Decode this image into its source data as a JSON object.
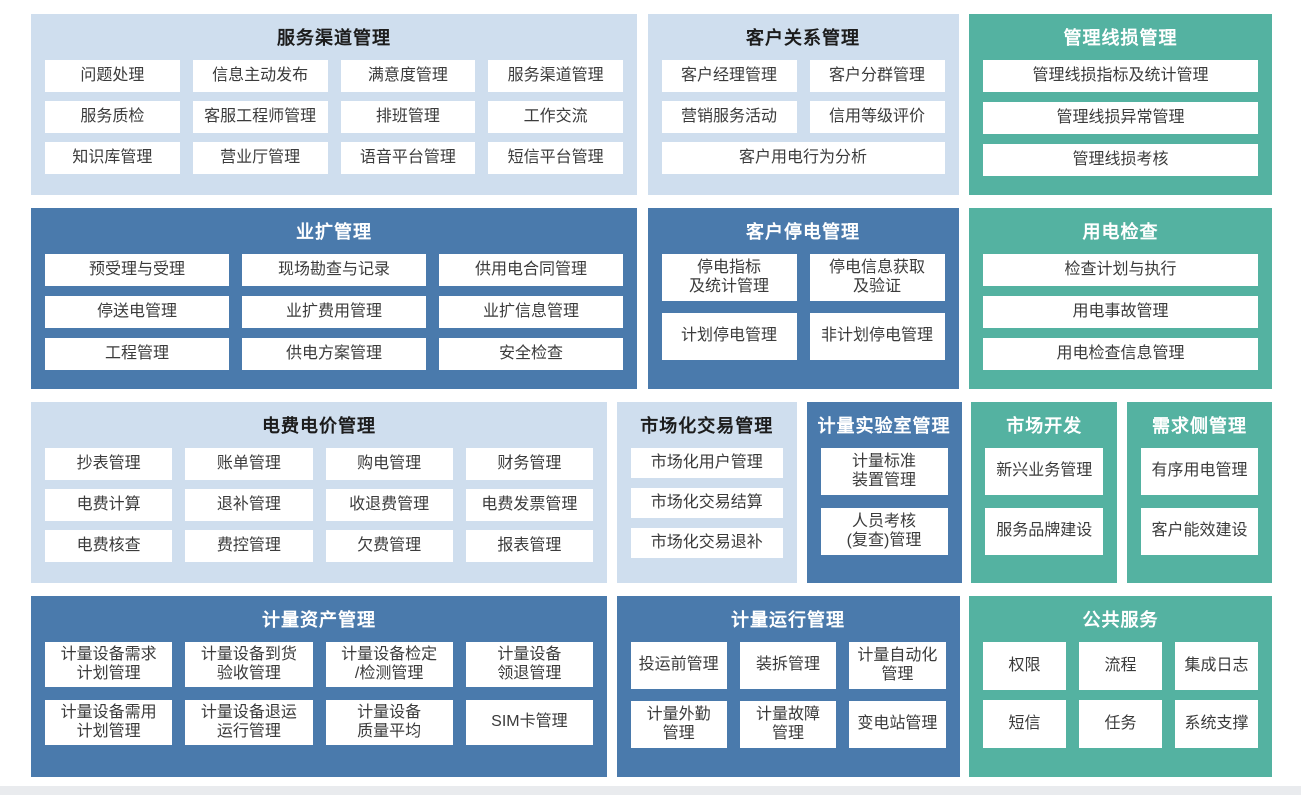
{
  "colors": {
    "light_panel_bg": "#cfdeee",
    "dark_panel_bg": "#4a7aac",
    "teal_panel_bg": "#54b2a1",
    "item_bg": "#ffffff",
    "item_text": "#3b3b3b",
    "title_on_light": "#1c1c1c",
    "title_on_dark": "#ffffff",
    "footer_strip": "#e9ebee"
  },
  "panels": [
    {
      "id": "service-channel",
      "title": "服务渠道管理",
      "theme": "light",
      "items": [
        "问题处理",
        "信息主动发布",
        "满意度管理",
        "服务渠道管理",
        "服务质检",
        "客服工程师管理",
        "排班管理",
        "工作交流",
        "知识库管理",
        "营业厅管理",
        "语音平台管理",
        "短信平台管理"
      ]
    },
    {
      "id": "customer-relation",
      "title": "客户关系管理",
      "theme": "light",
      "items": [
        "客户经理管理",
        "客户分群管理",
        "营销服务活动",
        "信用等级评价",
        {
          "label": "客户用电行为分析",
          "span": 2
        }
      ]
    },
    {
      "id": "line-loss",
      "title": "管理线损管理",
      "theme": "teal",
      "items": [
        "管理线损指标及统计管理",
        "管理线损异常管理",
        "管理线损考核"
      ]
    },
    {
      "id": "business-expansion",
      "title": "业扩管理",
      "theme": "dark",
      "items": [
        "预受理与受理",
        "现场勘查与记录",
        "供用电合同管理",
        "停送电管理",
        "业扩费用管理",
        "业扩信息管理",
        "工程管理",
        "供电方案管理",
        "安全检查"
      ]
    },
    {
      "id": "customer-outage",
      "title": "客户停电管理",
      "theme": "dark",
      "items": [
        "停电指标\n及统计管理",
        "停电信息获取\n及验证",
        "计划停电管理",
        "非计划停电管理"
      ]
    },
    {
      "id": "power-inspection",
      "title": "用电检查",
      "theme": "teal",
      "items": [
        "检查计划与执行",
        "用电事故管理",
        "用电检查信息管理"
      ]
    },
    {
      "id": "fee-price",
      "title": "电费电价管理",
      "theme": "light",
      "items": [
        "抄表管理",
        "账单管理",
        "购电管理",
        "财务管理",
        "电费计算",
        "退补管理",
        "收退费管理",
        "电费发票管理",
        "电费核查",
        "费控管理",
        "欠费管理",
        "报表管理"
      ]
    },
    {
      "id": "market-trade",
      "title": "市场化交易管理",
      "theme": "light",
      "items": [
        "市场化用户管理",
        "市场化交易结算",
        "市场化交易退补"
      ]
    },
    {
      "id": "metering-lab",
      "title": "计量实验室管理",
      "theme": "dark",
      "items": [
        "计量标准\n装置管理",
        "人员考核\n(复查)管理"
      ]
    },
    {
      "id": "market-dev",
      "title": "市场开发",
      "theme": "teal",
      "items": [
        "新兴业务管理",
        "服务品牌建设"
      ]
    },
    {
      "id": "demand-side",
      "title": "需求侧管理",
      "theme": "teal",
      "items": [
        "有序用电管理",
        "客户能效建设"
      ]
    },
    {
      "id": "metering-asset",
      "title": "计量资产管理",
      "theme": "dark",
      "items": [
        "计量设备需求\n计划管理",
        "计量设备到货\n验收管理",
        "计量设备检定\n/检测管理",
        "计量设备\n领退管理",
        "计量设备需用\n计划管理",
        "计量设备退运\n运行管理",
        "计量设备\n质量平均",
        "SIM卡管理"
      ]
    },
    {
      "id": "metering-operation",
      "title": "计量运行管理",
      "theme": "dark",
      "items": [
        "投运前管理",
        "装拆管理",
        "计量自动化\n管理",
        "计量外勤\n管理",
        "计量故障\n管理",
        "变电站管理"
      ]
    },
    {
      "id": "public-service",
      "title": "公共服务",
      "theme": "teal",
      "items": [
        "权限",
        "流程",
        "集成日志",
        "短信",
        "任务",
        "系统支撑"
      ]
    }
  ]
}
